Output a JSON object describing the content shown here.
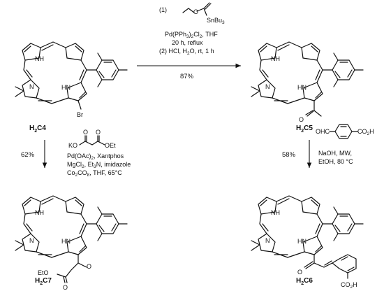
{
  "compounds": {
    "c4": {
      "id": "H2C4",
      "h": "H",
      "sub2": "2",
      "c": "C",
      "num": "4"
    },
    "c5": {
      "id": "H2C5",
      "h": "H",
      "sub2": "2",
      "c": "C",
      "num": "5"
    },
    "c6": {
      "id": "H2C6",
      "h": "H",
      "sub2": "2",
      "c": "C",
      "num": "6"
    },
    "c7": {
      "id": "H2C7",
      "h": "H",
      "sub2": "2",
      "c": "C",
      "num": "7"
    }
  },
  "atoms": {
    "nh": "NH",
    "hn": "HN",
    "n": "N",
    "br": "Br",
    "o": "O",
    "sn": "SnBu",
    "sn_sub": "3",
    "ko": "KO",
    "oet": "OEt",
    "eto": "EtO",
    "ohc": "OHC",
    "co2h": "CO",
    "co2h_sub": "2",
    "co2h_h": "H"
  },
  "reactions": {
    "top": {
      "step1": "(1)",
      "cat_a": "Pd(PPh",
      "cat_b": "3",
      "cat_c": ")",
      "cat_d": "2",
      "cat_e": "Cl",
      "cat_f": "2",
      "cat_g": ", THF",
      "time": "20 h, reflux",
      "step2_a": "(2)  HCl, H",
      "step2_b": "2",
      "step2_c": "O, rt, 1 h",
      "yield": "87%"
    },
    "left": {
      "yield": "62%",
      "l1_a": "Pd(OAc)",
      "l1_b": "2",
      "l1_c": ", Xantphos",
      "l2_a": "MgCl",
      "l2_b": "2",
      "l2_c": ", Et",
      "l2_d": "3",
      "l2_e": "N, imidazole",
      "l3_a": "Co",
      "l3_b": "2",
      "l3_c": "CO",
      "l3_d": "8",
      "l3_e": ", THF, 65°C"
    },
    "right": {
      "yield": "58%",
      "l1": "NaOH, MW,",
      "l2": "EtOH, 80 °C"
    }
  }
}
